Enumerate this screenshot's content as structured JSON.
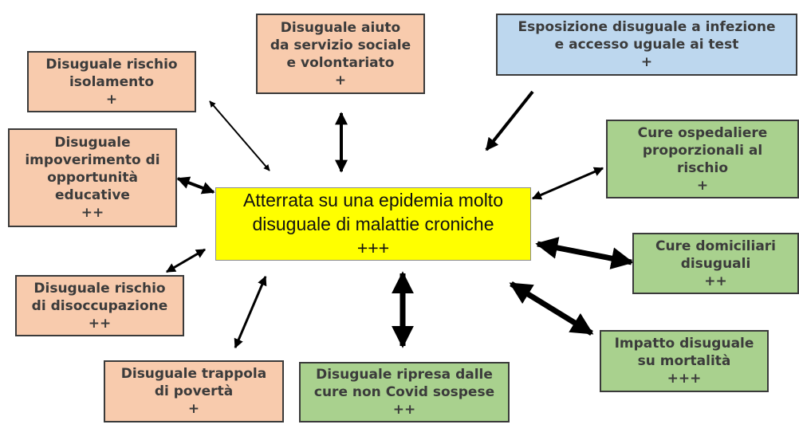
{
  "center": {
    "lines": [
      "Atterrata su una epidemia molto",
      "disuguale di malattie croniche"
    ],
    "rating": "+++"
  },
  "boxes": {
    "isolamento": {
      "lines": [
        "Disuguale rischio",
        "isolamento"
      ],
      "rating": "+"
    },
    "aiuto_sociale": {
      "lines": [
        "Disuguale aiuto",
        "da servizio sociale",
        "e volontariato"
      ],
      "rating": "+"
    },
    "infezione": {
      "lines": [
        "Esposizione disuguale a infezione",
        "e accesso uguale ai test"
      ],
      "rating": "+"
    },
    "opportunita_educative": {
      "lines": [
        "Disuguale",
        "impoverimento di",
        "opportunità",
        "educative"
      ],
      "rating": "++"
    },
    "cure_ospedaliere": {
      "lines": [
        "Cure ospedaliere",
        "proporzionali al",
        "rischio"
      ],
      "rating": "+"
    },
    "cure_domiciliari": {
      "lines": [
        "Cure domiciliari",
        "disuguali"
      ],
      "rating": "++"
    },
    "disoccupazione": {
      "lines": [
        "Disuguale rischio",
        "di disoccupazione"
      ],
      "rating": "++"
    },
    "poverta": {
      "lines": [
        "Disuguale trappola",
        "di povertà"
      ],
      "rating": "+"
    },
    "ripresa_cure": {
      "lines": [
        "Disuguale ripresa dalle",
        "cure non Covid sospese"
      ],
      "rating": "++"
    },
    "mortalita": {
      "lines": [
        "Impatto disuguale",
        "su mortalità"
      ],
      "rating": "+++"
    }
  },
  "colors": {
    "social_box": "#f8cbad",
    "exposure_box": "#bdd7ee",
    "health_box": "#a9d18e",
    "center_box": "#ffff00",
    "arrow": "#000000"
  }
}
